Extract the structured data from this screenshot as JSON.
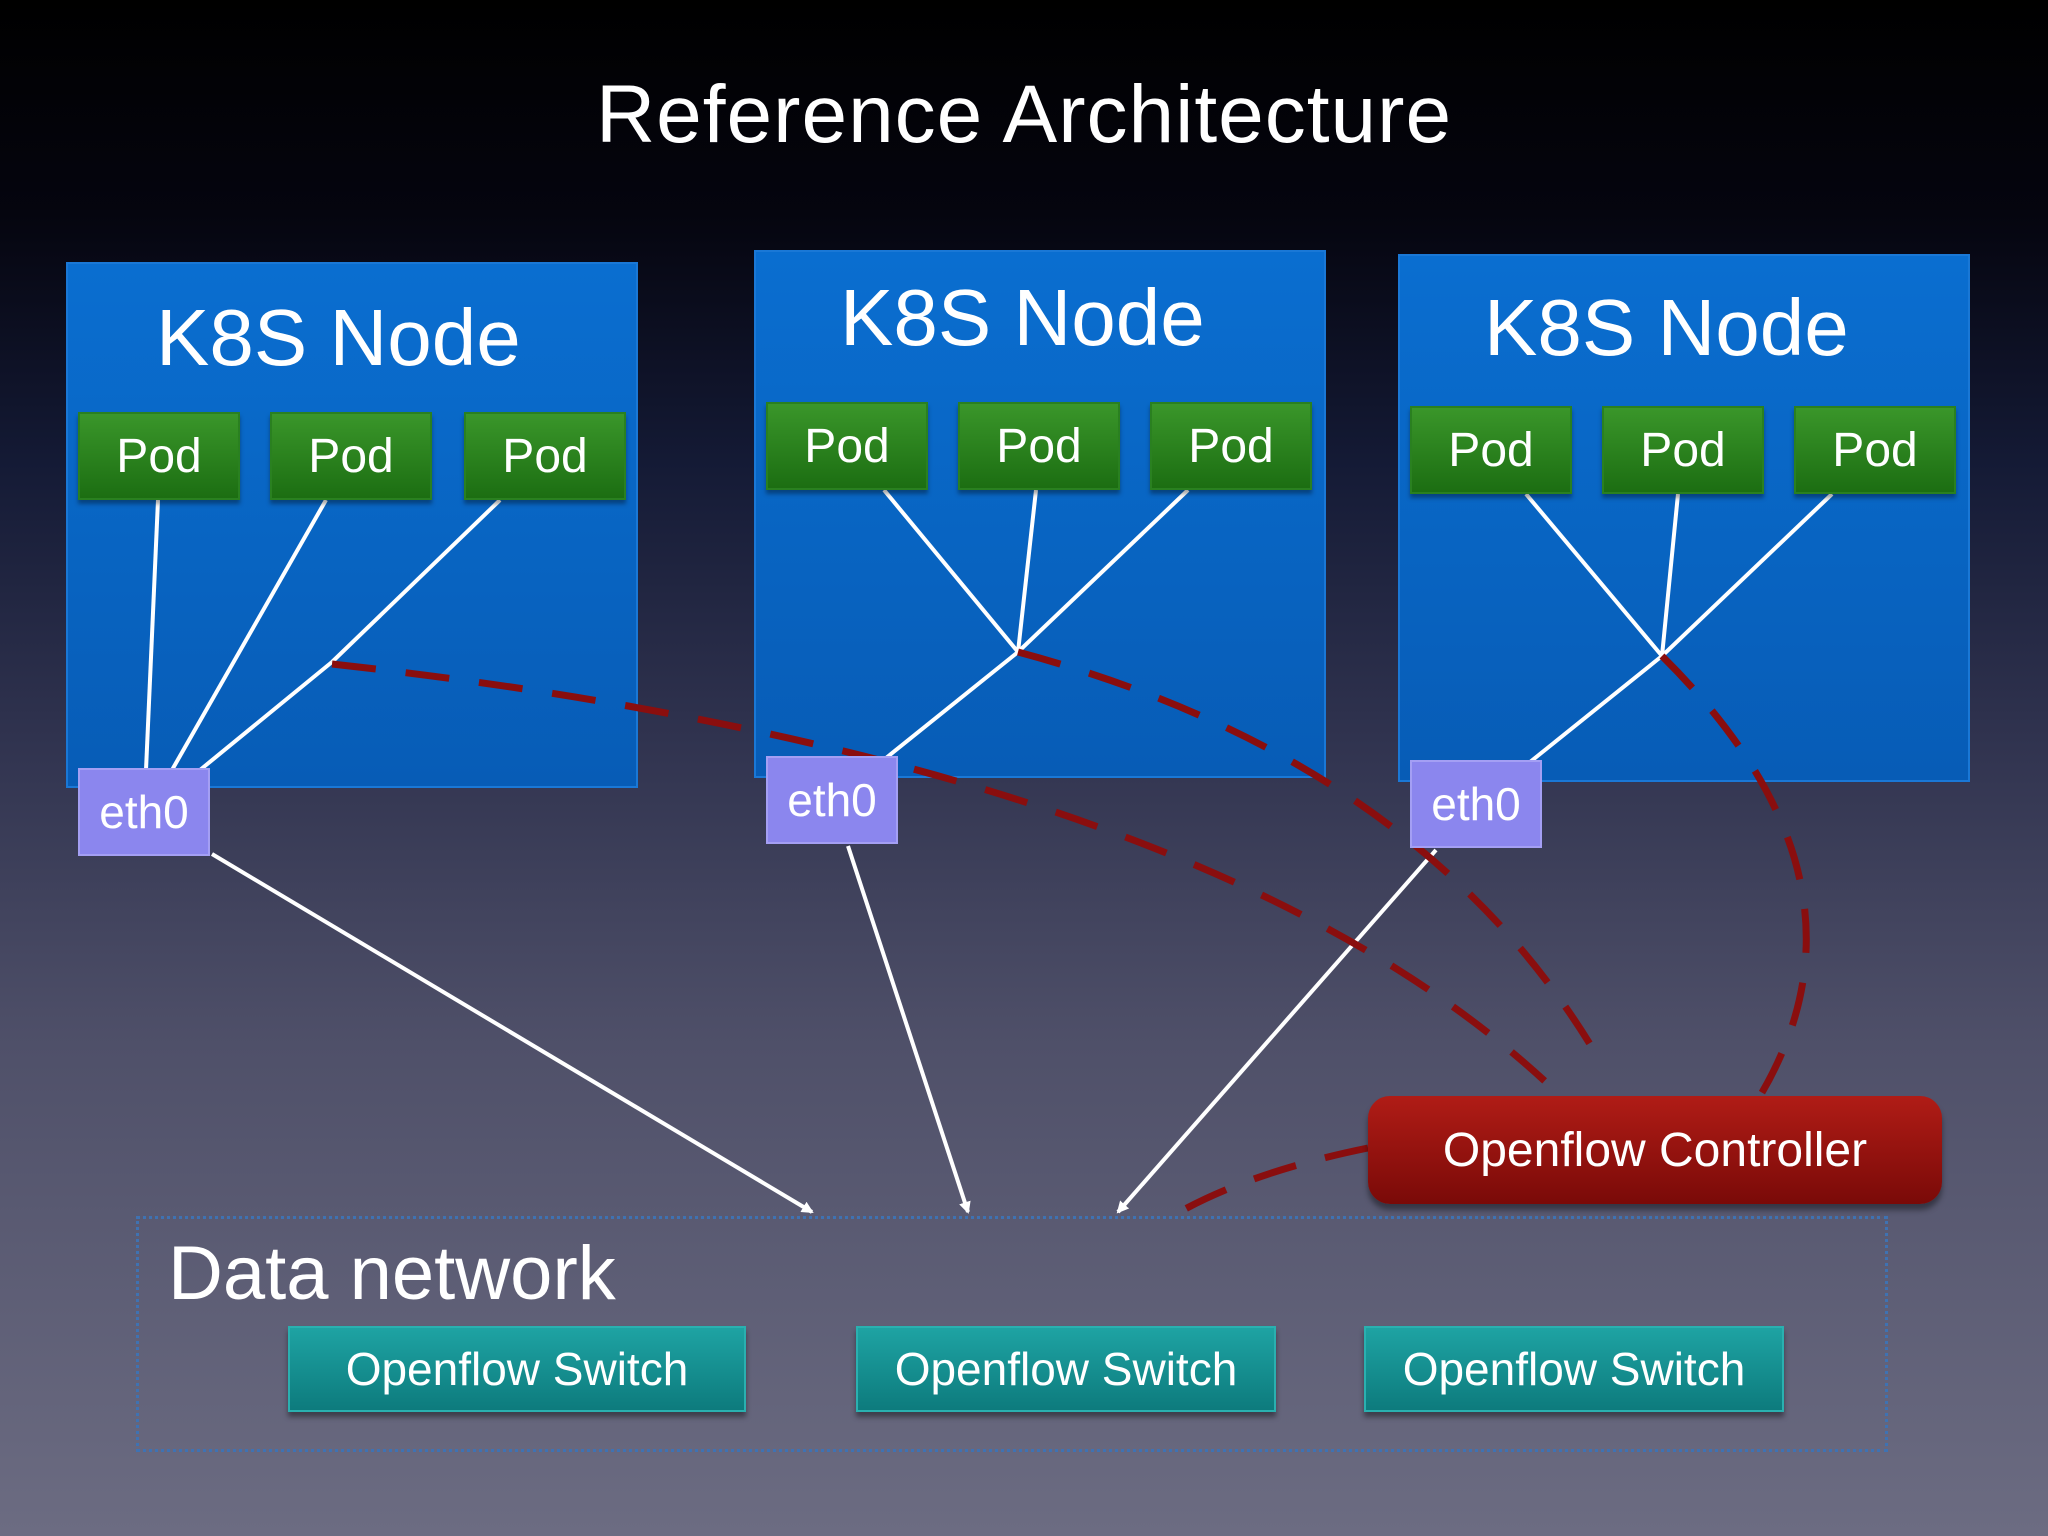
{
  "title": "Reference Architecture",
  "nodes": [
    {
      "label": "K8S Node",
      "pods": [
        "Pod",
        "Pod",
        "Pod"
      ],
      "eth": "eth0"
    },
    {
      "label": "K8S Node",
      "pods": [
        "Pod",
        "Pod",
        "Pod"
      ],
      "eth": "eth0"
    },
    {
      "label": "K8S Node",
      "pods": [
        "Pod",
        "Pod",
        "Pod"
      ],
      "eth": "eth0"
    }
  ],
  "data_network": {
    "label": "Data network",
    "switches": [
      "Openflow Switch",
      "Openflow Switch",
      "Openflow Switch"
    ]
  },
  "controller": {
    "label": "Openflow Controller"
  },
  "colors": {
    "node": "#0a6ed0",
    "pod": "#2a8a1e",
    "eth": "#8b86ee",
    "switch": "#159090",
    "controller": "#9a1410",
    "control_link": "#8a0e0e"
  }
}
